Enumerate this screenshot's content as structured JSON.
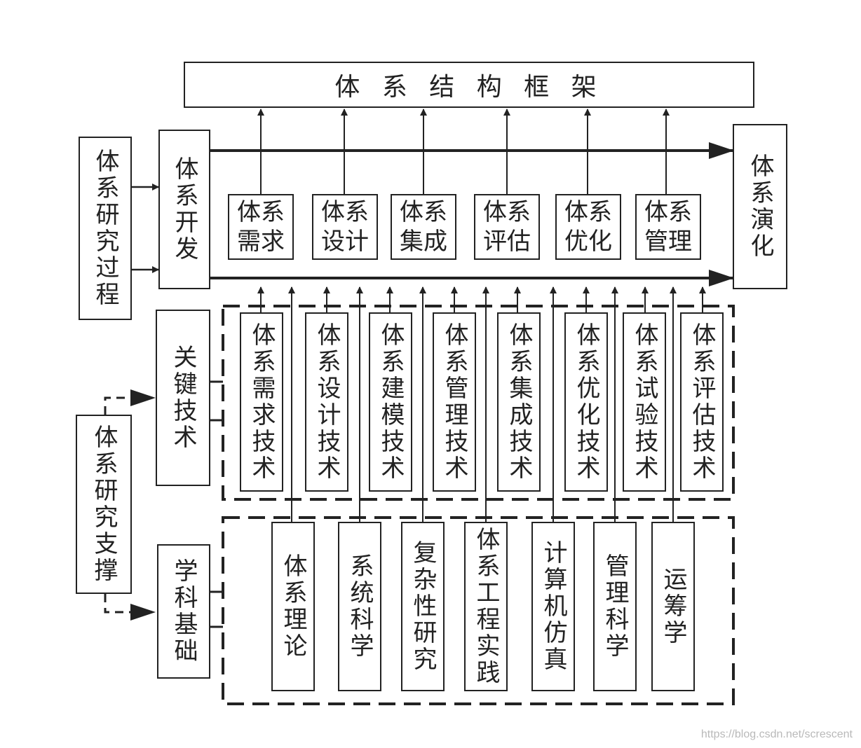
{
  "framework": {
    "title": "体 系  结 构  框 架"
  },
  "research_process": {
    "label": "体系研究过程"
  },
  "system_development": {
    "label": "体系开发"
  },
  "system_evolution": {
    "label": "体系演化"
  },
  "dev_stages": [
    "体系需求",
    "体系设计",
    "体系集成",
    "体系评估",
    "体系优化",
    "体系管理"
  ],
  "key_technology": {
    "label": "关键技术",
    "items": [
      "体系需求技术",
      "体系设计技术",
      "体系建模技术",
      "体系管理技术",
      "体系集成技术",
      "体系优化技术",
      "体系试验技术",
      "体系评估技术"
    ]
  },
  "research_support": {
    "label": "体系研究支撑"
  },
  "discipline_foundation": {
    "label": "学科基础",
    "items": [
      "体系理论",
      "系统科学",
      "复杂性研究",
      "体系工程实践",
      "计算机仿真",
      "管理科学",
      "运筹学"
    ]
  },
  "watermark": "https://blog.csdn.net/screscent"
}
